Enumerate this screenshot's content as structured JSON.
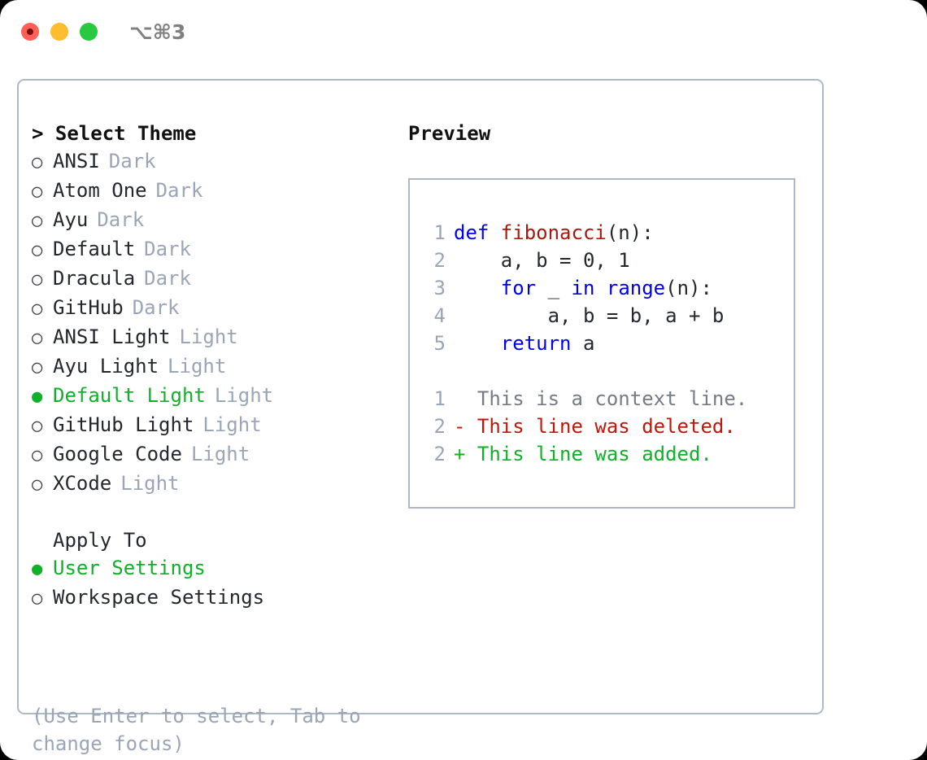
{
  "titlebar": {
    "shortcut": "⌥⌘3",
    "lights": [
      {
        "name": "close",
        "color": "#ff5f57"
      },
      {
        "name": "minimize",
        "color": "#febc2e"
      },
      {
        "name": "maximize",
        "color": "#28c840"
      }
    ]
  },
  "colors": {
    "accent_green": "#11b02a",
    "muted": "#9aa5b5",
    "border": "#aeb8c6",
    "keyword_blue": "#0000ee",
    "function_red": "#a8180f",
    "diff_delete": "#c0170d",
    "diff_add": "#11b02a",
    "text": "#24282e"
  },
  "theme_list": {
    "header": "> Select Theme",
    "items": [
      {
        "bullet": "○",
        "label": "ANSI",
        "variant": "Dark",
        "selected": false
      },
      {
        "bullet": "○",
        "label": "Atom One",
        "variant": "Dark",
        "selected": false
      },
      {
        "bullet": "○",
        "label": "Ayu",
        "variant": "Dark",
        "selected": false
      },
      {
        "bullet": "○",
        "label": "Default",
        "variant": "Dark",
        "selected": false
      },
      {
        "bullet": "○",
        "label": "Dracula",
        "variant": "Dark",
        "selected": false
      },
      {
        "bullet": "○",
        "label": "GitHub",
        "variant": "Dark",
        "selected": false
      },
      {
        "bullet": "○",
        "label": "ANSI Light",
        "variant": "Light",
        "selected": false
      },
      {
        "bullet": "○",
        "label": "Ayu Light",
        "variant": "Light",
        "selected": false
      },
      {
        "bullet": "●",
        "label": "Default Light",
        "variant": "Light",
        "selected": true
      },
      {
        "bullet": "○",
        "label": "GitHub Light",
        "variant": "Light",
        "selected": false
      },
      {
        "bullet": "○",
        "label": "Google Code",
        "variant": "Light",
        "selected": false
      },
      {
        "bullet": "○",
        "label": "XCode",
        "variant": "Light",
        "selected": false
      }
    ]
  },
  "apply_to": {
    "header": "Apply To",
    "items": [
      {
        "bullet": "●",
        "label": "User Settings",
        "selected": true
      },
      {
        "bullet": "○",
        "label": "Workspace Settings",
        "selected": false
      }
    ]
  },
  "hint": "(Use Enter to select, Tab to change focus)",
  "preview": {
    "title": "Preview",
    "code_lines": [
      {
        "num": "1",
        "tokens": [
          {
            "t": "def ",
            "k": "kw"
          },
          {
            "t": "fibonacci",
            "k": "fn"
          },
          {
            "t": "(n):",
            "k": "plain"
          }
        ]
      },
      {
        "num": "2",
        "tokens": [
          {
            "t": "    a, b = 0, 1",
            "k": "plain"
          }
        ]
      },
      {
        "num": "3",
        "tokens": [
          {
            "t": "    ",
            "k": "plain"
          },
          {
            "t": "for",
            "k": "kw"
          },
          {
            "t": " _ ",
            "k": "plain"
          },
          {
            "t": "in",
            "k": "kw"
          },
          {
            "t": " ",
            "k": "plain"
          },
          {
            "t": "range",
            "k": "kw"
          },
          {
            "t": "(n):",
            "k": "plain"
          }
        ]
      },
      {
        "num": "4",
        "tokens": [
          {
            "t": "        a, b = b, a + b",
            "k": "plain"
          }
        ]
      },
      {
        "num": "5",
        "tokens": [
          {
            "t": "    ",
            "k": "plain"
          },
          {
            "t": "return",
            "k": "kw"
          },
          {
            "t": " a",
            "k": "plain"
          }
        ]
      }
    ],
    "diff_lines": [
      {
        "num": "1",
        "marker": " ",
        "text": " This is a context line.",
        "kind": "context"
      },
      {
        "num": "2",
        "marker": "-",
        "text": " This line was deleted.",
        "kind": "delete"
      },
      {
        "num": "2",
        "marker": "+",
        "text": " This line was added.",
        "kind": "add"
      }
    ]
  }
}
